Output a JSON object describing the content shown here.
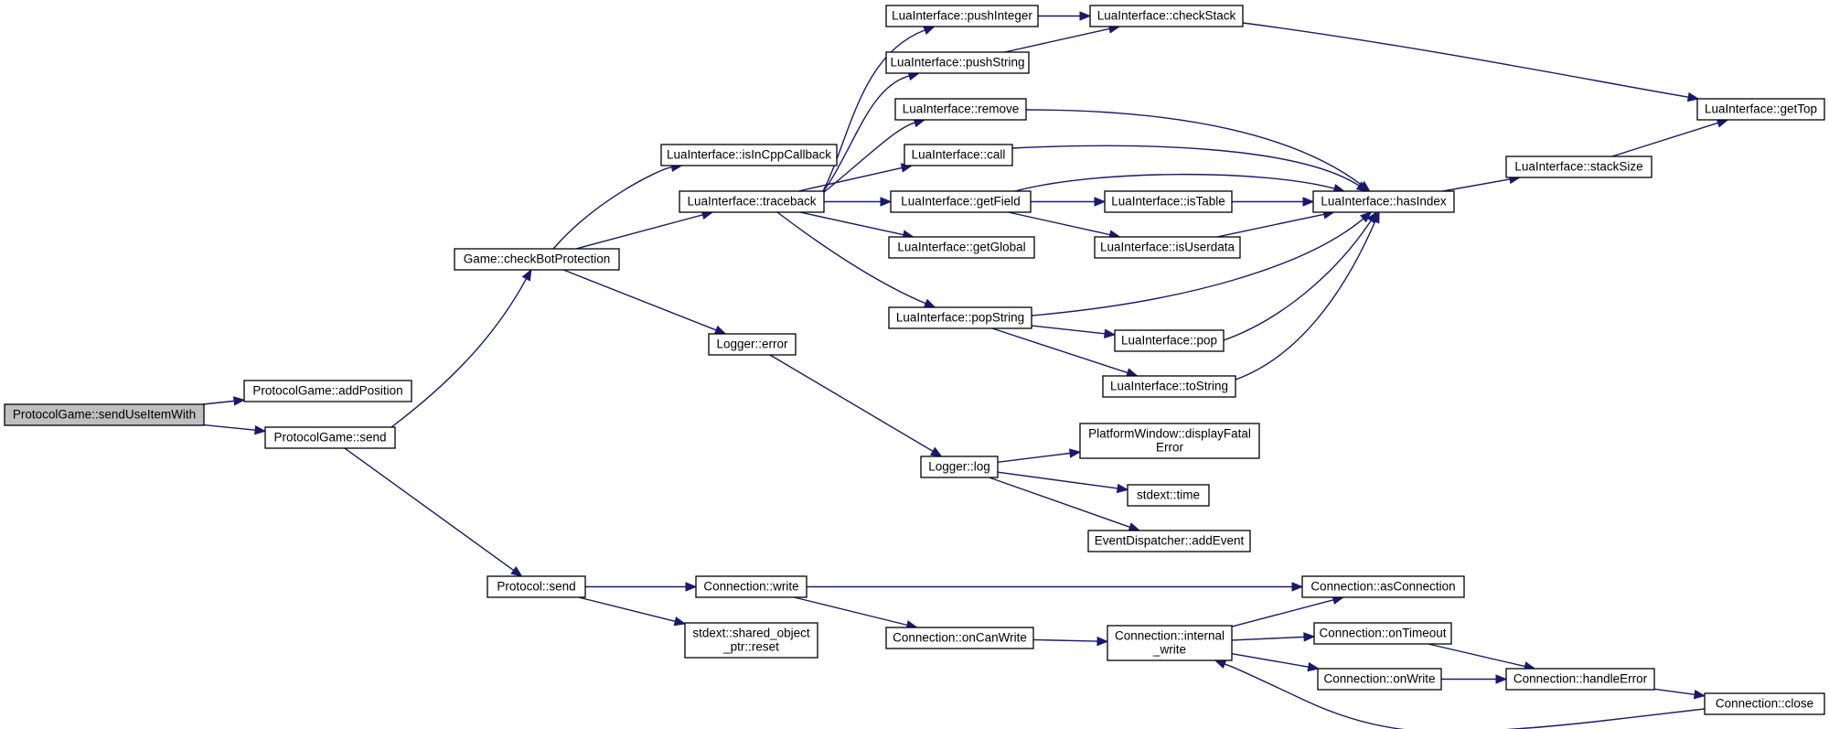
{
  "diagram": {
    "edge_color": "#191970",
    "root_fill": "#bfbfbf",
    "node_fill": "#ffffff",
    "nodes": [
      {
        "id": "root",
        "lines": [
          "ProtocolGame::sendUseItemWith"
        ],
        "root": true
      },
      {
        "id": "addPosition",
        "lines": [
          "ProtocolGame::addPosition"
        ]
      },
      {
        "id": "pgSend",
        "lines": [
          "ProtocolGame::send"
        ]
      },
      {
        "id": "checkBot",
        "lines": [
          "Game::checkBotProtection"
        ]
      },
      {
        "id": "isInCpp",
        "lines": [
          "LuaInterface::isInCppCallback"
        ]
      },
      {
        "id": "traceback",
        "lines": [
          "LuaInterface::traceback"
        ]
      },
      {
        "id": "loggerError",
        "lines": [
          "Logger::error"
        ]
      },
      {
        "id": "loggerLog",
        "lines": [
          "Logger::log"
        ]
      },
      {
        "id": "protocolSend",
        "lines": [
          "Protocol::send"
        ]
      },
      {
        "id": "pushInteger",
        "lines": [
          "LuaInterface::pushInteger"
        ]
      },
      {
        "id": "pushString",
        "lines": [
          "LuaInterface::pushString"
        ]
      },
      {
        "id": "remove",
        "lines": [
          "LuaInterface::remove"
        ]
      },
      {
        "id": "call",
        "lines": [
          "LuaInterface::call"
        ]
      },
      {
        "id": "getField",
        "lines": [
          "LuaInterface::getField"
        ]
      },
      {
        "id": "getGlobal",
        "lines": [
          "LuaInterface::getGlobal"
        ]
      },
      {
        "id": "popString",
        "lines": [
          "LuaInterface::popString"
        ]
      },
      {
        "id": "checkStack",
        "lines": [
          "LuaInterface::checkStack"
        ]
      },
      {
        "id": "isTable",
        "lines": [
          "LuaInterface::isTable"
        ]
      },
      {
        "id": "isUserdata",
        "lines": [
          "LuaInterface::isUserdata"
        ]
      },
      {
        "id": "pop",
        "lines": [
          "LuaInterface::pop"
        ]
      },
      {
        "id": "toString",
        "lines": [
          "LuaInterface::toString"
        ]
      },
      {
        "id": "hasIndex",
        "lines": [
          "LuaInterface::hasIndex"
        ]
      },
      {
        "id": "stackSize",
        "lines": [
          "LuaInterface::stackSize"
        ]
      },
      {
        "id": "getTop",
        "lines": [
          "LuaInterface::getTop"
        ]
      },
      {
        "id": "displayFatal",
        "lines": [
          "PlatformWindow::displayFatal",
          "Error"
        ]
      },
      {
        "id": "stdextTime",
        "lines": [
          "stdext::time"
        ]
      },
      {
        "id": "addEvent",
        "lines": [
          "EventDispatcher::addEvent"
        ]
      },
      {
        "id": "connWrite",
        "lines": [
          "Connection::write"
        ]
      },
      {
        "id": "resetPtr",
        "lines": [
          "stdext::shared_object",
          "_ptr::reset"
        ]
      },
      {
        "id": "onCanWrite",
        "lines": [
          "Connection::onCanWrite"
        ]
      },
      {
        "id": "internalWrite",
        "lines": [
          "Connection::internal",
          "_write"
        ]
      },
      {
        "id": "asConnection",
        "lines": [
          "Connection::asConnection"
        ]
      },
      {
        "id": "onTimeout",
        "lines": [
          "Connection::onTimeout"
        ]
      },
      {
        "id": "onWrite",
        "lines": [
          "Connection::onWrite"
        ]
      },
      {
        "id": "handleError",
        "lines": [
          "Connection::handleError"
        ]
      },
      {
        "id": "connClose",
        "lines": [
          "Connection::close"
        ]
      }
    ],
    "edges": [
      [
        "root",
        "addPosition"
      ],
      [
        "root",
        "pgSend"
      ],
      [
        "pgSend",
        "checkBot"
      ],
      [
        "pgSend",
        "protocolSend"
      ],
      [
        "checkBot",
        "isInCpp"
      ],
      [
        "checkBot",
        "traceback"
      ],
      [
        "checkBot",
        "loggerError"
      ],
      [
        "traceback",
        "pushInteger"
      ],
      [
        "traceback",
        "pushString"
      ],
      [
        "traceback",
        "remove"
      ],
      [
        "traceback",
        "call"
      ],
      [
        "traceback",
        "getField"
      ],
      [
        "traceback",
        "getGlobal"
      ],
      [
        "traceback",
        "popString"
      ],
      [
        "pushInteger",
        "checkStack"
      ],
      [
        "pushString",
        "checkStack"
      ],
      [
        "checkStack",
        "getTop"
      ],
      [
        "remove",
        "hasIndex"
      ],
      [
        "call",
        "hasIndex"
      ],
      [
        "getField",
        "hasIndex"
      ],
      [
        "getField",
        "isTable"
      ],
      [
        "getField",
        "isUserdata"
      ],
      [
        "isTable",
        "hasIndex"
      ],
      [
        "isUserdata",
        "hasIndex"
      ],
      [
        "popString",
        "hasIndex"
      ],
      [
        "popString",
        "pop"
      ],
      [
        "popString",
        "toString"
      ],
      [
        "pop",
        "hasIndex"
      ],
      [
        "toString",
        "hasIndex"
      ],
      [
        "hasIndex",
        "stackSize"
      ],
      [
        "stackSize",
        "getTop"
      ],
      [
        "loggerError",
        "loggerLog"
      ],
      [
        "loggerLog",
        "displayFatal"
      ],
      [
        "loggerLog",
        "stdextTime"
      ],
      [
        "loggerLog",
        "addEvent"
      ],
      [
        "protocolSend",
        "connWrite"
      ],
      [
        "protocolSend",
        "resetPtr"
      ],
      [
        "connWrite",
        "asConnection"
      ],
      [
        "connWrite",
        "onCanWrite"
      ],
      [
        "onCanWrite",
        "internalWrite"
      ],
      [
        "internalWrite",
        "asConnection"
      ],
      [
        "internalWrite",
        "onTimeout"
      ],
      [
        "internalWrite",
        "onWrite"
      ],
      [
        "onTimeout",
        "handleError"
      ],
      [
        "onWrite",
        "handleError"
      ],
      [
        "handleError",
        "connClose"
      ],
      [
        "connClose",
        "internalWrite"
      ]
    ]
  }
}
